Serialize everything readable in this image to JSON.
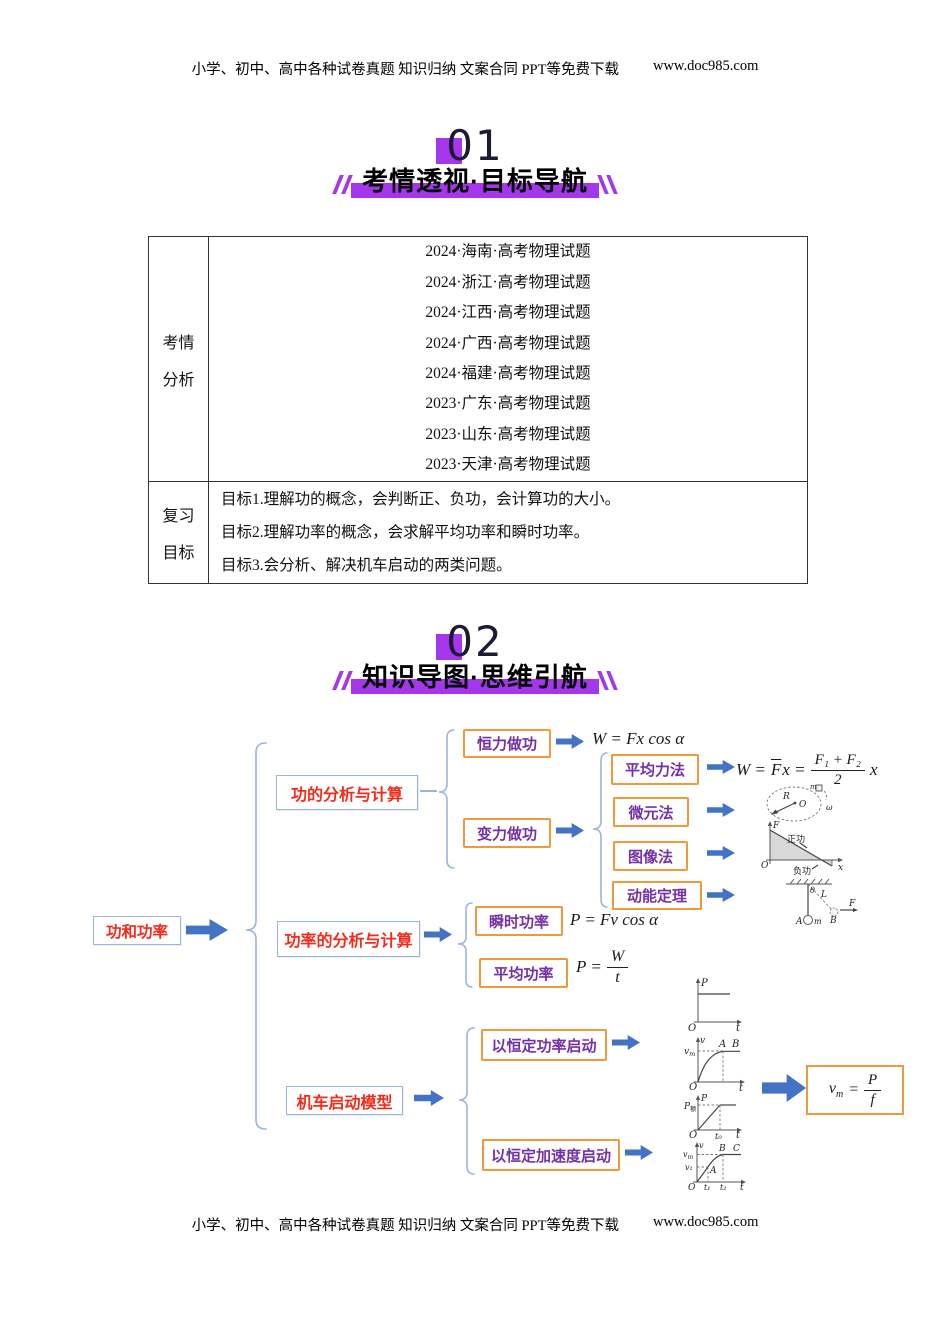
{
  "header": {
    "text": "小学、初中、高中各种试卷真题  知识归纳  文案合同  PPT等免费下载",
    "url": "www.doc985.com"
  },
  "footer": {
    "text": "小学、初中、高中各种试卷真题  知识归纳  文案合同  PPT等免费下载",
    "url": "www.doc985.com"
  },
  "section1": {
    "number": "01",
    "title": "考情透视·目标导航"
  },
  "section2": {
    "number": "02",
    "title": "知识导图·思维引航"
  },
  "table": {
    "row1_label": [
      "考情",
      "分析"
    ],
    "exams": [
      "2024·海南·高考物理试题",
      "2024·浙江·高考物理试题",
      "2024·江西·高考物理试题",
      "2024·广西·高考物理试题",
      "2024·福建·高考物理试题",
      "2023·广东·高考物理试题",
      "2023·山东·高考物理试题",
      "2023·天津·高考物理试题"
    ],
    "row2_label": [
      "复习",
      "目标"
    ],
    "goals": [
      "目标1.理解功的概念，会判断正、负功，会计算功的大小。",
      "目标2.理解功率的概念，会求解平均功率和瞬时功率。",
      "目标3.会分析、解决机车启动的两类问题。"
    ]
  },
  "mindmap": {
    "root": "功和功率",
    "branch_work": "功的分析与计算",
    "branch_power": "功率的分析与计算",
    "branch_train": "机车启动模型",
    "const_force": "恒力做功",
    "var_force": "变力做功",
    "methods": [
      "平均力法",
      "微元法",
      "图像法",
      "动能定理"
    ],
    "inst_power": "瞬时功率",
    "avg_power": "平均功率",
    "const_power_start": "以恒定功率启动",
    "const_acc_start": "以恒定加速度启动",
    "formulas": {
      "w_const": "W = Fx cos α",
      "w_avg_p1": "W =",
      "w_avg_fbar": "F",
      "w_avg_p2": "x =",
      "w_avg_num": "F₁ + F₂",
      "w_avg_den": "2",
      "w_avg_post": "x",
      "p_inst": "P = Fv cos α",
      "p_avg_p1": "P =",
      "p_avg_num": "W",
      "p_avg_den": "t",
      "vm_base": "v",
      "vm_sub": "m",
      "vm_eq": "=",
      "vm_num": "P",
      "vm_den": "f"
    },
    "diagrams": {
      "circle": {
        "R": "R",
        "O": "O",
        "m": "m",
        "omega": "ω"
      },
      "fx": {
        "F": "F",
        "O": "O",
        "x": "x",
        "pos": "正功",
        "neg": "负功"
      },
      "pend": {
        "theta": "θ",
        "L": "L",
        "F": "F",
        "A": "A",
        "m": "m",
        "B": "B"
      },
      "g1": {
        "P": "P",
        "O": "O",
        "t": "t"
      },
      "g2": {
        "v": "v",
        "vm_base": "v",
        "vm_sub": "m",
        "A": "A",
        "B": "B",
        "O": "O",
        "t": "t"
      },
      "g3": {
        "P": "P",
        "pe_base": "P",
        "pe_sub": "额",
        "t0": "t₀",
        "O": "O",
        "t": "t"
      },
      "g4": {
        "v": "v",
        "vm_base": "v",
        "vm_sub": "m",
        "v1": "v₁",
        "t1": "t₁",
        "t2": "t₂",
        "A": "A",
        "B": "B",
        "C": "C",
        "O": "O",
        "t": "t"
      }
    }
  }
}
